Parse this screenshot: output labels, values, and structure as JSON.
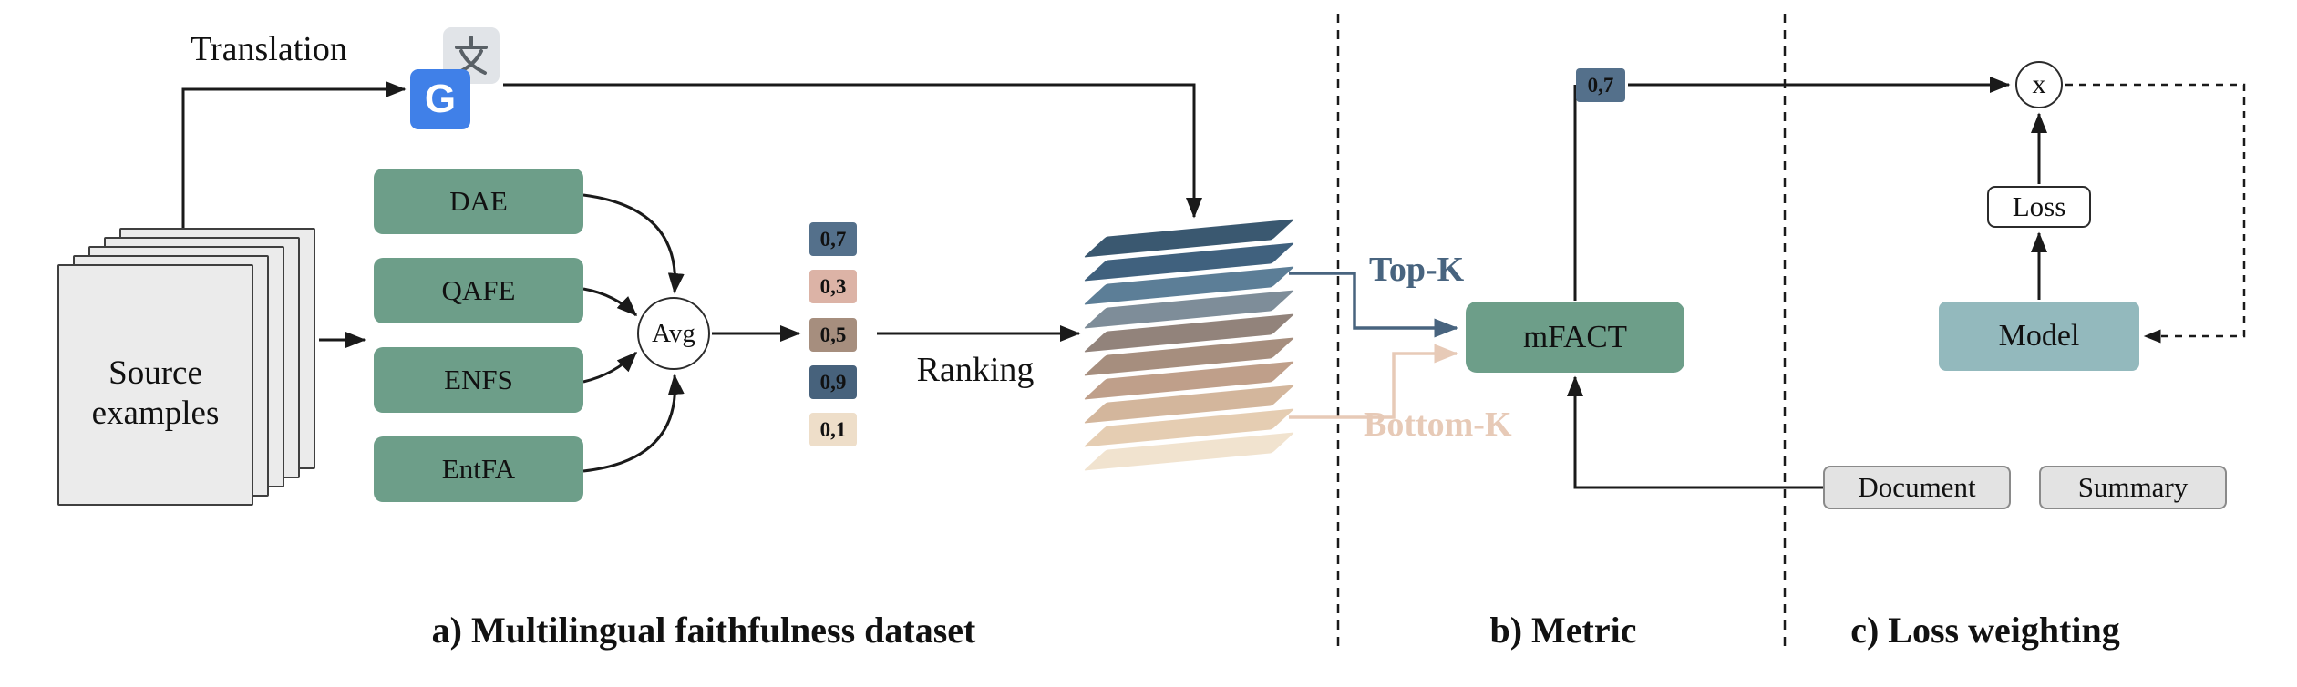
{
  "panel_labels": {
    "a": "a) Multilingual faithfulness dataset",
    "b": "b) Metric",
    "c": "c) Loss weighting"
  },
  "source_stack": {
    "line1": "Source",
    "line2": "examples"
  },
  "translation_label": "Translation",
  "translate_icon": {
    "g_letter": "G",
    "zh_character": "文"
  },
  "metrics": [
    "DAE",
    "QAFE",
    "ENFS",
    "EntFA"
  ],
  "avg_label": "Avg",
  "scores": [
    {
      "value": "0,7",
      "bg": "#54708b"
    },
    {
      "value": "0,3",
      "bg": "#dcb3a6"
    },
    {
      "value": "0,5",
      "bg": "#a68e7e"
    },
    {
      "value": "0,9",
      "bg": "#47627c"
    },
    {
      "value": "0,1",
      "bg": "#eedec9"
    }
  ],
  "ranking_label": "Ranking",
  "ranked_stack": {
    "layer_colors": [
      "#3a5870",
      "#40617e",
      "#5c7e97",
      "#7e8d99",
      "#92837b",
      "#a68e7e",
      "#bf9f8a",
      "#d3b69c",
      "#e5cdb2",
      "#f1e3cf"
    ]
  },
  "topk": {
    "label": "Top-K",
    "color": "#48647f"
  },
  "bottomk": {
    "label": "Bottom-K",
    "color": "#e7cab7"
  },
  "mfact": {
    "label": "mFACT"
  },
  "weight_chip": {
    "value": "0,7",
    "bg": "#54708b"
  },
  "multiply_label": "x",
  "loss_label": "Loss",
  "model": {
    "label": "Model",
    "bg": "#93b9bd"
  },
  "document_label": "Document",
  "summary_label": "Summary",
  "colors": {
    "metric_green": "#6d9e89",
    "arrow": "#1a1a1a",
    "topk_blue": "#48647f",
    "bottomk_pink": "#e7cab7"
  }
}
